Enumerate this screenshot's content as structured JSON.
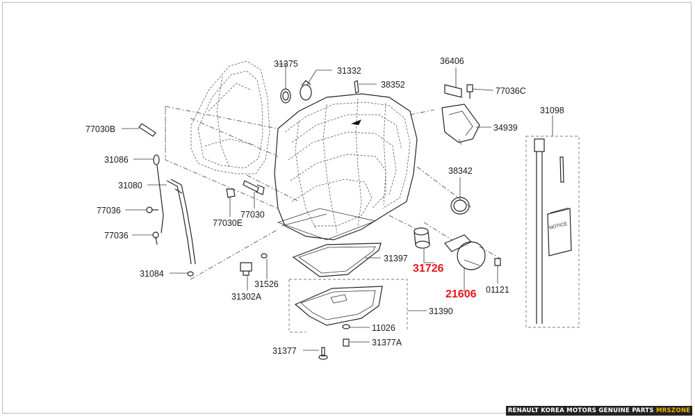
{
  "diagram": {
    "callouts": [
      {
        "id": "31375",
        "text": "31375"
      },
      {
        "id": "31332",
        "text": "31332"
      },
      {
        "id": "38352",
        "text": "38352"
      },
      {
        "id": "36406",
        "text": "36406"
      },
      {
        "id": "77036C",
        "text": "77036C"
      },
      {
        "id": "31098",
        "text": "31098"
      },
      {
        "id": "77030B",
        "text": "77030B"
      },
      {
        "id": "34939",
        "text": "34939"
      },
      {
        "id": "31086",
        "text": "31086"
      },
      {
        "id": "38342",
        "text": "38342"
      },
      {
        "id": "31080",
        "text": "31080"
      },
      {
        "id": "77036a",
        "text": "77036"
      },
      {
        "id": "77030E",
        "text": "77030E"
      },
      {
        "id": "77030",
        "text": "77030"
      },
      {
        "id": "77036b",
        "text": "77036"
      },
      {
        "id": "31397",
        "text": "31397"
      },
      {
        "id": "31726",
        "text": "31726",
        "highlight": true
      },
      {
        "id": "31084",
        "text": "31084"
      },
      {
        "id": "31526",
        "text": "31526"
      },
      {
        "id": "21606",
        "text": "21606",
        "highlight": true
      },
      {
        "id": "01121",
        "text": "01121"
      },
      {
        "id": "31302A",
        "text": "31302A"
      },
      {
        "id": "31390",
        "text": "31390"
      },
      {
        "id": "11026",
        "text": "11026"
      },
      {
        "id": "31377A",
        "text": "31377A"
      },
      {
        "id": "31377",
        "text": "31377"
      }
    ],
    "notice_label": "NOTICE",
    "highlight_color": "#e8141b"
  },
  "footer": {
    "text": "RENAULT KOREA MOTORS GENUINE PARTS ",
    "brand": "MRSZONE",
    "brand_color": "#f2b400"
  }
}
